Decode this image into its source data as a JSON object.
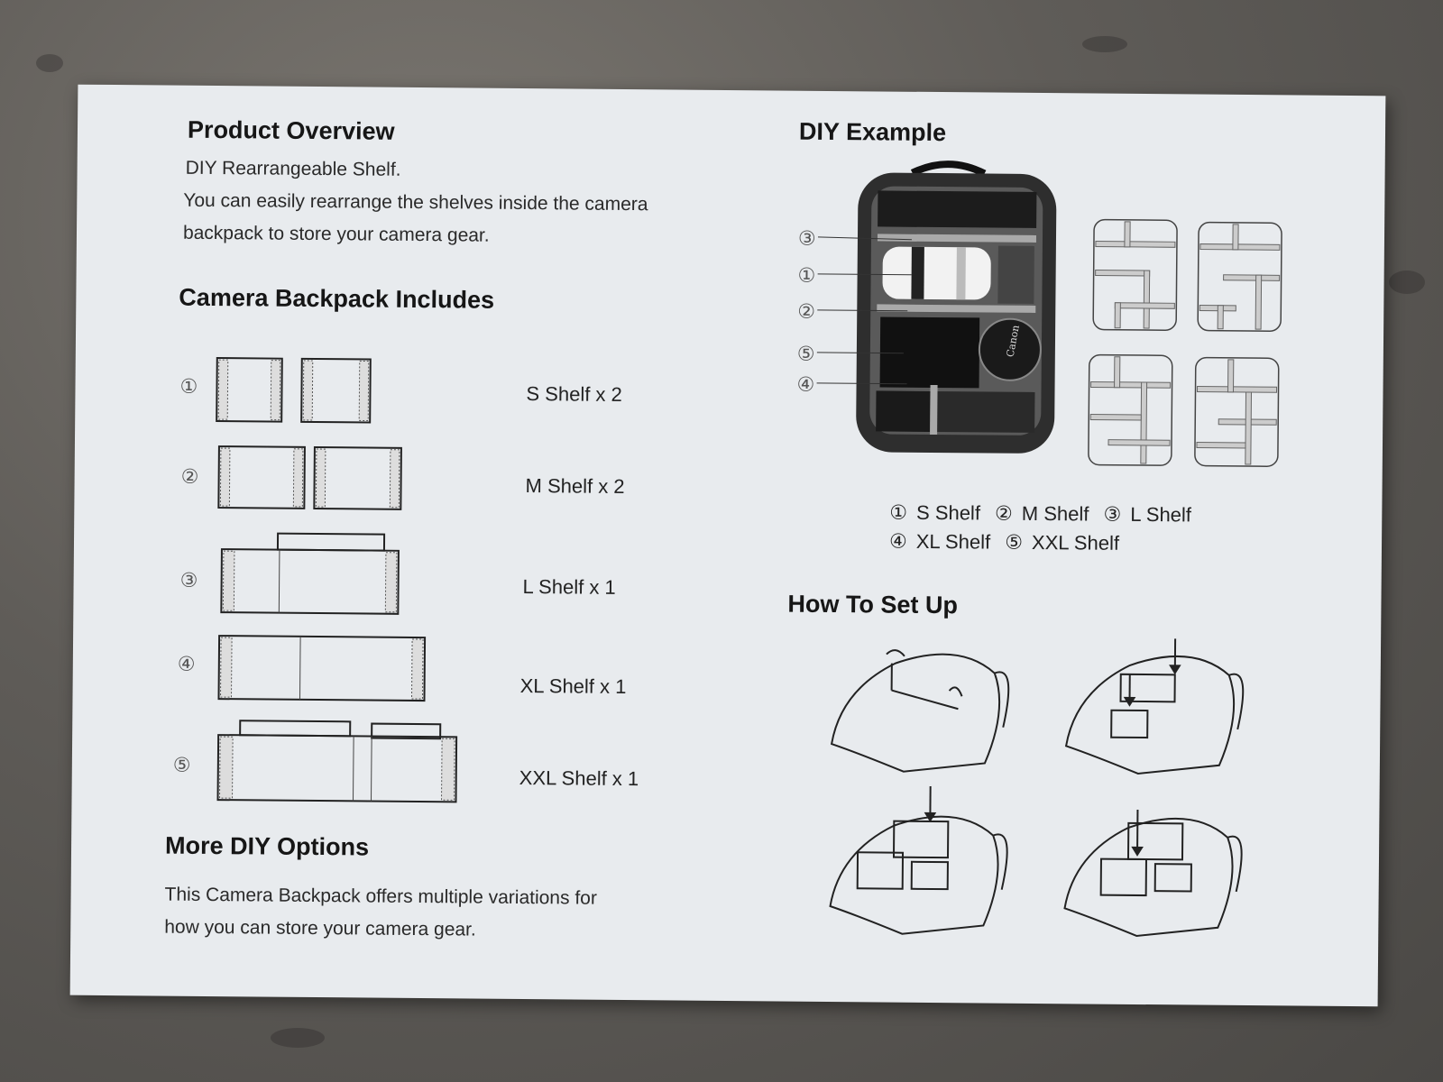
{
  "left": {
    "overview_title": "Product Overview",
    "overview_line1": "DIY Rearrangeable Shelf.",
    "overview_line2": "You can easily rearrange the shelves inside the camera",
    "overview_line3": "backpack to store your camera gear.",
    "includes_title": "Camera Backpack Includes",
    "shelves": [
      {
        "num": "①",
        "label": "S Shelf x 2"
      },
      {
        "num": "②",
        "label": "M Shelf x 2"
      },
      {
        "num": "③",
        "label": "L Shelf x 1"
      },
      {
        "num": "④",
        "label": "XL Shelf x 1"
      },
      {
        "num": "⑤",
        "label": "XXL Shelf x 1"
      }
    ],
    "more_title": "More DIY Options",
    "more_line1": "This Camera Backpack offers multiple variations for",
    "more_line2": "how you can store your camera gear."
  },
  "right": {
    "diy_title": "DIY Example",
    "callouts": [
      "③",
      "①",
      "②",
      "⑤",
      "④"
    ],
    "legend": [
      {
        "num": "①",
        "label": "S Shelf"
      },
      {
        "num": "②",
        "label": "M Shelf"
      },
      {
        "num": "③",
        "label": "L Shelf"
      },
      {
        "num": "④",
        "label": "XL Shelf"
      },
      {
        "num": "⑤",
        "label": "XXL Shelf"
      }
    ],
    "lens_brand": "Canon",
    "setup_title": "How To Set Up"
  }
}
